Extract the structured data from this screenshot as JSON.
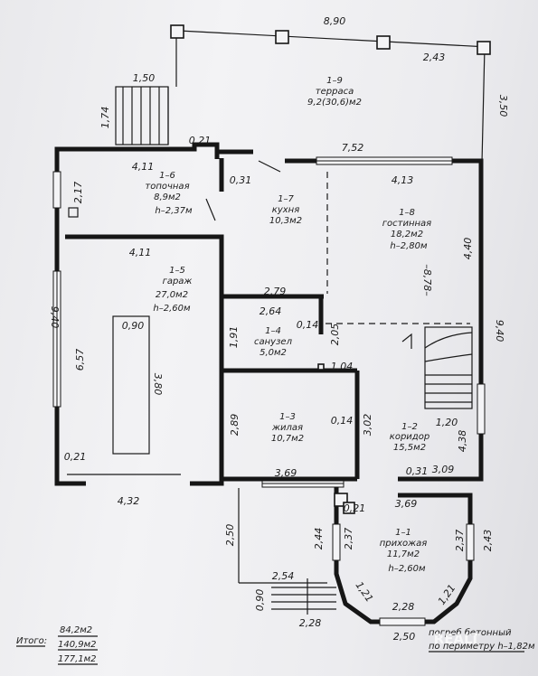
{
  "rooms": {
    "terrace": {
      "num": "1–9",
      "name": "терраса",
      "area": "9,2(30,6)м2"
    },
    "boiler": {
      "num": "1–6",
      "name": "топочная",
      "area": "8,9м2",
      "height": "h–2,37м"
    },
    "kitchen": {
      "num": "1–7",
      "name": "кухня",
      "area": "10,3м2"
    },
    "living": {
      "num": "1–8",
      "name": "гостинная",
      "area": "18,2м2",
      "height": "h–2,80м"
    },
    "garage": {
      "num": "1–5",
      "name": "гараж",
      "area": "27,0м2",
      "height": "h–2,60м"
    },
    "bathroom": {
      "num": "1–4",
      "name": "санузел",
      "area": "5,0м2"
    },
    "bedroom": {
      "num": "1–3",
      "name": "жилая",
      "area": "10,7м2"
    },
    "corridor": {
      "num": "1–2",
      "name": "коридор",
      "area": "15,5м2"
    },
    "hallway": {
      "num": "1–1",
      "name": "прихожая",
      "area": "11,7м2",
      "height": "h–2,60м"
    }
  },
  "dimensions": {
    "d_890": "8,90",
    "d_243_top": "2,43",
    "d_350": "3,50",
    "d_150": "1,50",
    "d_174": "1,74",
    "d_021_a": "0,21",
    "d_752": "7,52",
    "d_411_a": "4,11",
    "d_031_a": "0,31",
    "d_413": "4,13",
    "d_217": "2,17",
    "d_411_b": "4,11",
    "d_440": "4,40",
    "d_878": "–8,78–",
    "d_940_left": "9,40",
    "d_940_right": "9,40",
    "d_279": "2,79",
    "d_264": "2,64",
    "d_014_a": "0,14",
    "d_205": "2,05",
    "d_090": "0,90",
    "d_191": "1,91",
    "d_657": "6,57",
    "d_380": "3,80",
    "d_104": "1,04",
    "d_289": "2,89",
    "d_014_b": "0,14",
    "d_302": "3,02",
    "d_120": "1,20",
    "d_438": "4,38",
    "d_021_b": "0,21",
    "d_369_a": "3,69",
    "d_031_b": "0,31",
    "d_309": "3,09",
    "d_432": "4,32",
    "d_021_c": "0,21",
    "d_369_b": "3,69",
    "d_250": "2,50",
    "d_244": "2,44",
    "d_237_a": "2,37",
    "d_237_b": "2,37",
    "d_243_bottom": "2,43",
    "d_254": "2,54",
    "d_121_a": "1,21",
    "d_228_a": "2,28",
    "d_121_b": "1,21",
    "d_090_b": "0,90",
    "d_228_b": "2,28",
    "d_250_b": "2,50"
  },
  "notes": {
    "foundation_line1": "погреб бетонный",
    "foundation_line2": "по периметру h–1,82м"
  },
  "totals": {
    "label": "Итого:",
    "values": [
      "84,2м2",
      "140,9м2",
      "177,1м2"
    ]
  },
  "watermark": "REALT"
}
